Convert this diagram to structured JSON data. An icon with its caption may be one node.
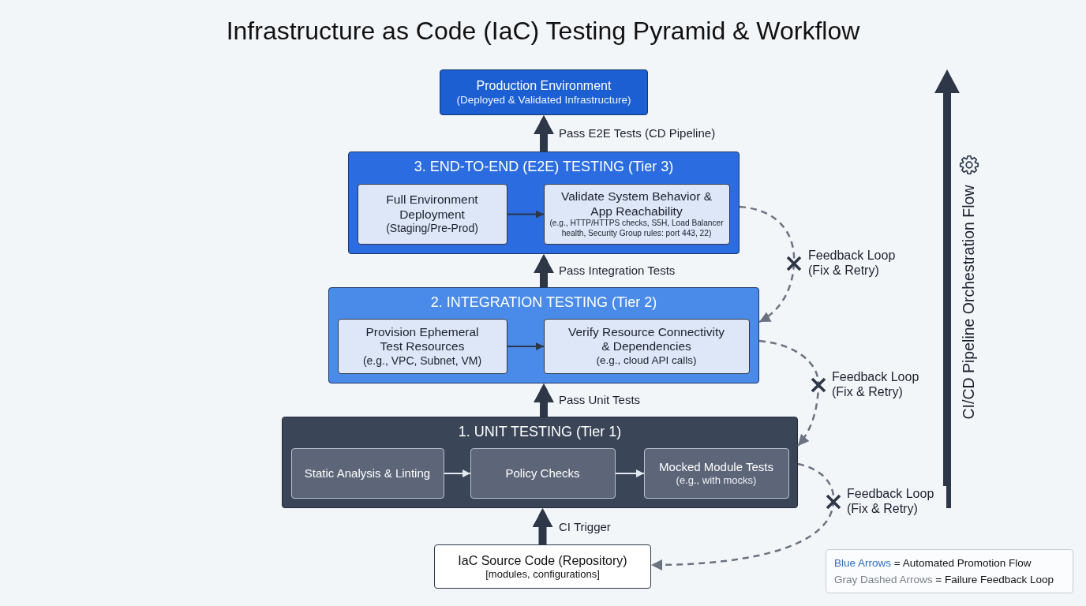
{
  "diagram": {
    "title": "Infrastructure as Code (IaC) Testing Pyramid & Workflow",
    "nodes": [
      {
        "text": [
          "Production Environment",
          "(Deployed & Validated Infrastructure)"
        ]
      },
      {
        "text": [
          "3. END-TO-END (E2E) TESTING (Tier 3)"
        ]
      },
      {
        "text": [
          "Full Environment Deployment",
          "(Staging/Pre-Prod)"
        ],
        "in": 1
      },
      {
        "text": [
          "Validate System Behavior & App Reachability",
          "(e.g., HTTP/HTTPS checks, S5H, Load Balancer health, Security Group rules: port 443, 22)"
        ],
        "in": 1
      },
      {
        "text": [
          "2. INTEGRATION TESTING (Tier 2)"
        ]
      },
      {
        "text": [
          "Provision Ephemeral Test Resources",
          "(e.g., VPC, Subnet, VM)"
        ],
        "in": 4
      },
      {
        "text": [
          "Verify Resource Connectivity & Dependencies",
          "(e.g., cloud API calls)"
        ],
        "in": 4
      },
      {
        "text": [
          "1. UNIT TESTING (Tier 1)"
        ]
      },
      {
        "text": [
          "Static Analysis & Linting"
        ],
        "in": 7
      },
      {
        "text": [
          "Policy Checks"
        ],
        "in": 7
      },
      {
        "text": [
          "Mocked Module Tests",
          "(e.g., with mocks)"
        ],
        "in": 7
      },
      {
        "text": [
          "IaC Source Code (Repository)",
          "[modules, configurations]"
        ]
      }
    ],
    "edges": [
      {
        "from": 1,
        "to": 0,
        "arrow": "to",
        "label": "Pass E2E Tests (CD Pipeline)",
        "style": "thick"
      },
      {
        "from": 2,
        "to": 3,
        "arrow": "to"
      },
      {
        "from": 4,
        "to": 1,
        "arrow": "to",
        "label": "Pass Integration Tests",
        "style": "thick"
      },
      {
        "from": 5,
        "to": 6,
        "arrow": "to"
      },
      {
        "from": 7,
        "to": 4,
        "arrow": "to",
        "label": "Pass Unit Tests",
        "style": "thick"
      },
      {
        "from": 8,
        "to": 9,
        "arrow": "to",
        "color": "#e2e8f0"
      },
      {
        "from": 9,
        "to": 10,
        "arrow": "to",
        "color": "#e2e8f0"
      },
      {
        "from": 11,
        "to": 7,
        "arrow": "to",
        "label": "CI Trigger",
        "style": "thick"
      },
      {
        "from": 1,
        "to": 4,
        "arrow": "to",
        "label": "Feedback Loop (Fix & Retry)",
        "style": "dashed",
        "color": "#6b7280"
      },
      {
        "from": 4,
        "to": 7,
        "arrow": "to",
        "label": "Feedback Loop (Fix & Retry)",
        "style": "dashed",
        "color": "#6b7280"
      },
      {
        "from": 7,
        "to": 11,
        "arrow": "to",
        "label": "Feedback Loop (Fix & Retry)",
        "style": "dashed",
        "color": "#6b7280"
      }
    ],
    "labels": [
      "CI/CD Pipeline Orchestration Flow"
    ],
    "legend": [
      {
        "text": "Blue Arrows = Automated Promotion Flow",
        "color": "#2b6cc4"
      },
      {
        "text": "Gray Dashed Arrows = Failure Feedback Loop",
        "color": "#7a8089"
      }
    ]
  }
}
